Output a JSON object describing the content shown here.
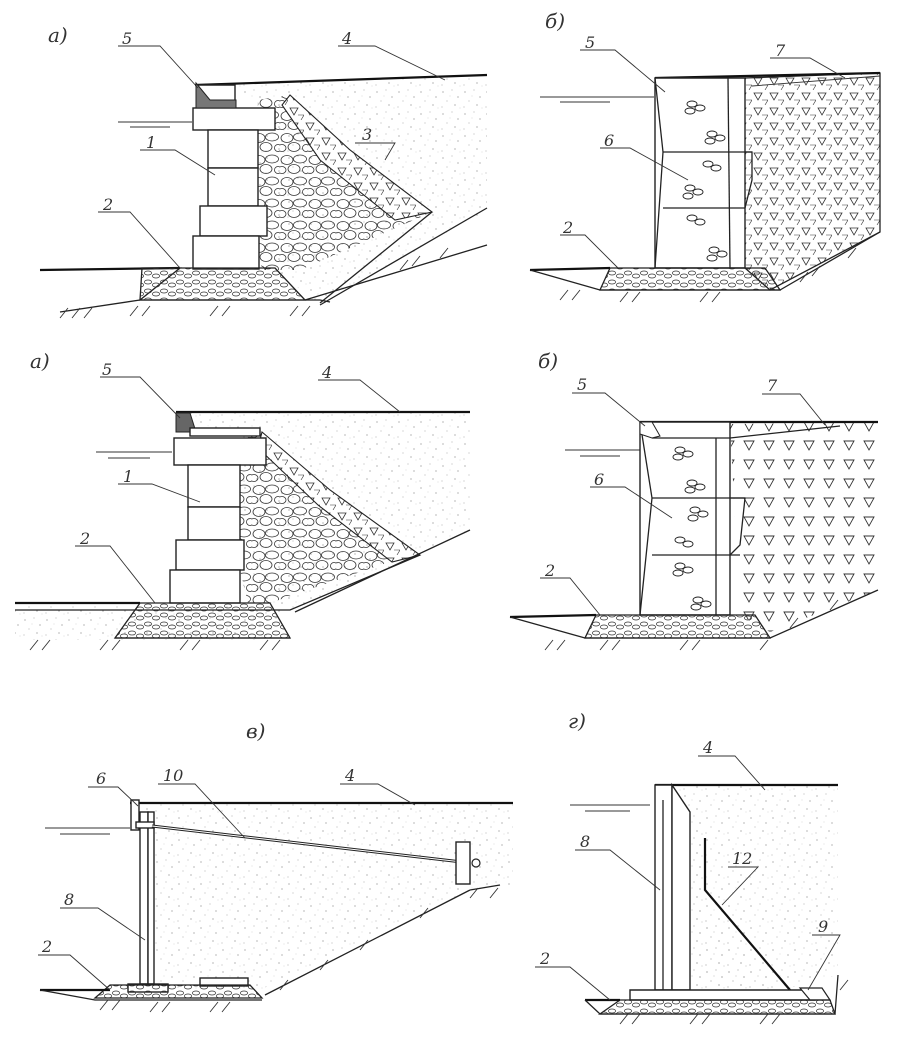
{
  "panels": [
    {
      "letter": "а)",
      "numbers": [
        "5",
        "4",
        "1",
        "3",
        "2"
      ]
    },
    {
      "letter": "б)",
      "numbers": [
        "5",
        "7",
        "6",
        "2"
      ]
    },
    {
      "letter": "а)",
      "numbers": [
        "5",
        "4",
        "1",
        "2"
      ]
    },
    {
      "letter": "б)",
      "numbers": [
        "5",
        "7",
        "6",
        "2"
      ]
    },
    {
      "letter": "в)",
      "numbers": [
        "6",
        "10",
        "4",
        "8",
        "2"
      ]
    },
    {
      "letter": "г)",
      "numbers": [
        "4",
        "8",
        "12",
        "9",
        "2"
      ]
    }
  ],
  "colors": {
    "line": "#222222",
    "paper": "#ffffff",
    "dots": "#8a8a8a"
  }
}
